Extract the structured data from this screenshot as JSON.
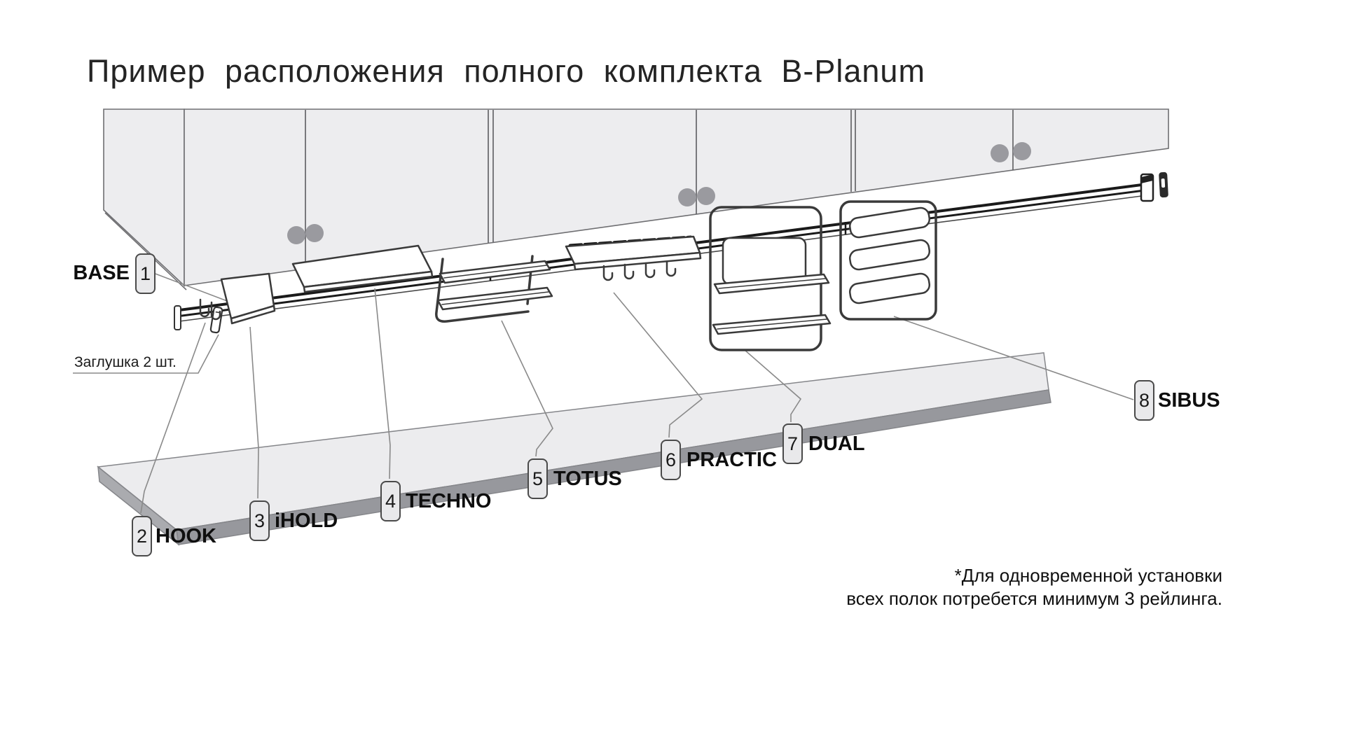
{
  "title": "Пример расположения полного комплекта B-Planum",
  "cap_note": "Заглушка 2 шт.",
  "footnote": {
    "line1": "*Для одновременной установки",
    "line2": "всех полок потребется минимум 3 рейлинга."
  },
  "items": [
    {
      "num": "1",
      "name": "BASE"
    },
    {
      "num": "2",
      "name": "HOOK"
    },
    {
      "num": "3",
      "name": "iHOLD"
    },
    {
      "num": "4",
      "name": "TECHNO"
    },
    {
      "num": "5",
      "name": "TOTUS"
    },
    {
      "num": "6",
      "name": "PRACTIC"
    },
    {
      "num": "7",
      "name": "DUAL"
    },
    {
      "num": "8",
      "name": "SIBUS"
    }
  ],
  "colors": {
    "cabinet_fill": "#ededef",
    "knob": "#9a9a9f",
    "counter_top": "#ececee",
    "counter_front": "#97989d",
    "counter_side": "#aaabaf",
    "rail": "#1a1a1a",
    "line_art": "#3a3a3a",
    "leader": "#8a8a8a",
    "box_fill": "#e9e9eb",
    "box_border": "#4a4a4a",
    "text": "#111111"
  }
}
